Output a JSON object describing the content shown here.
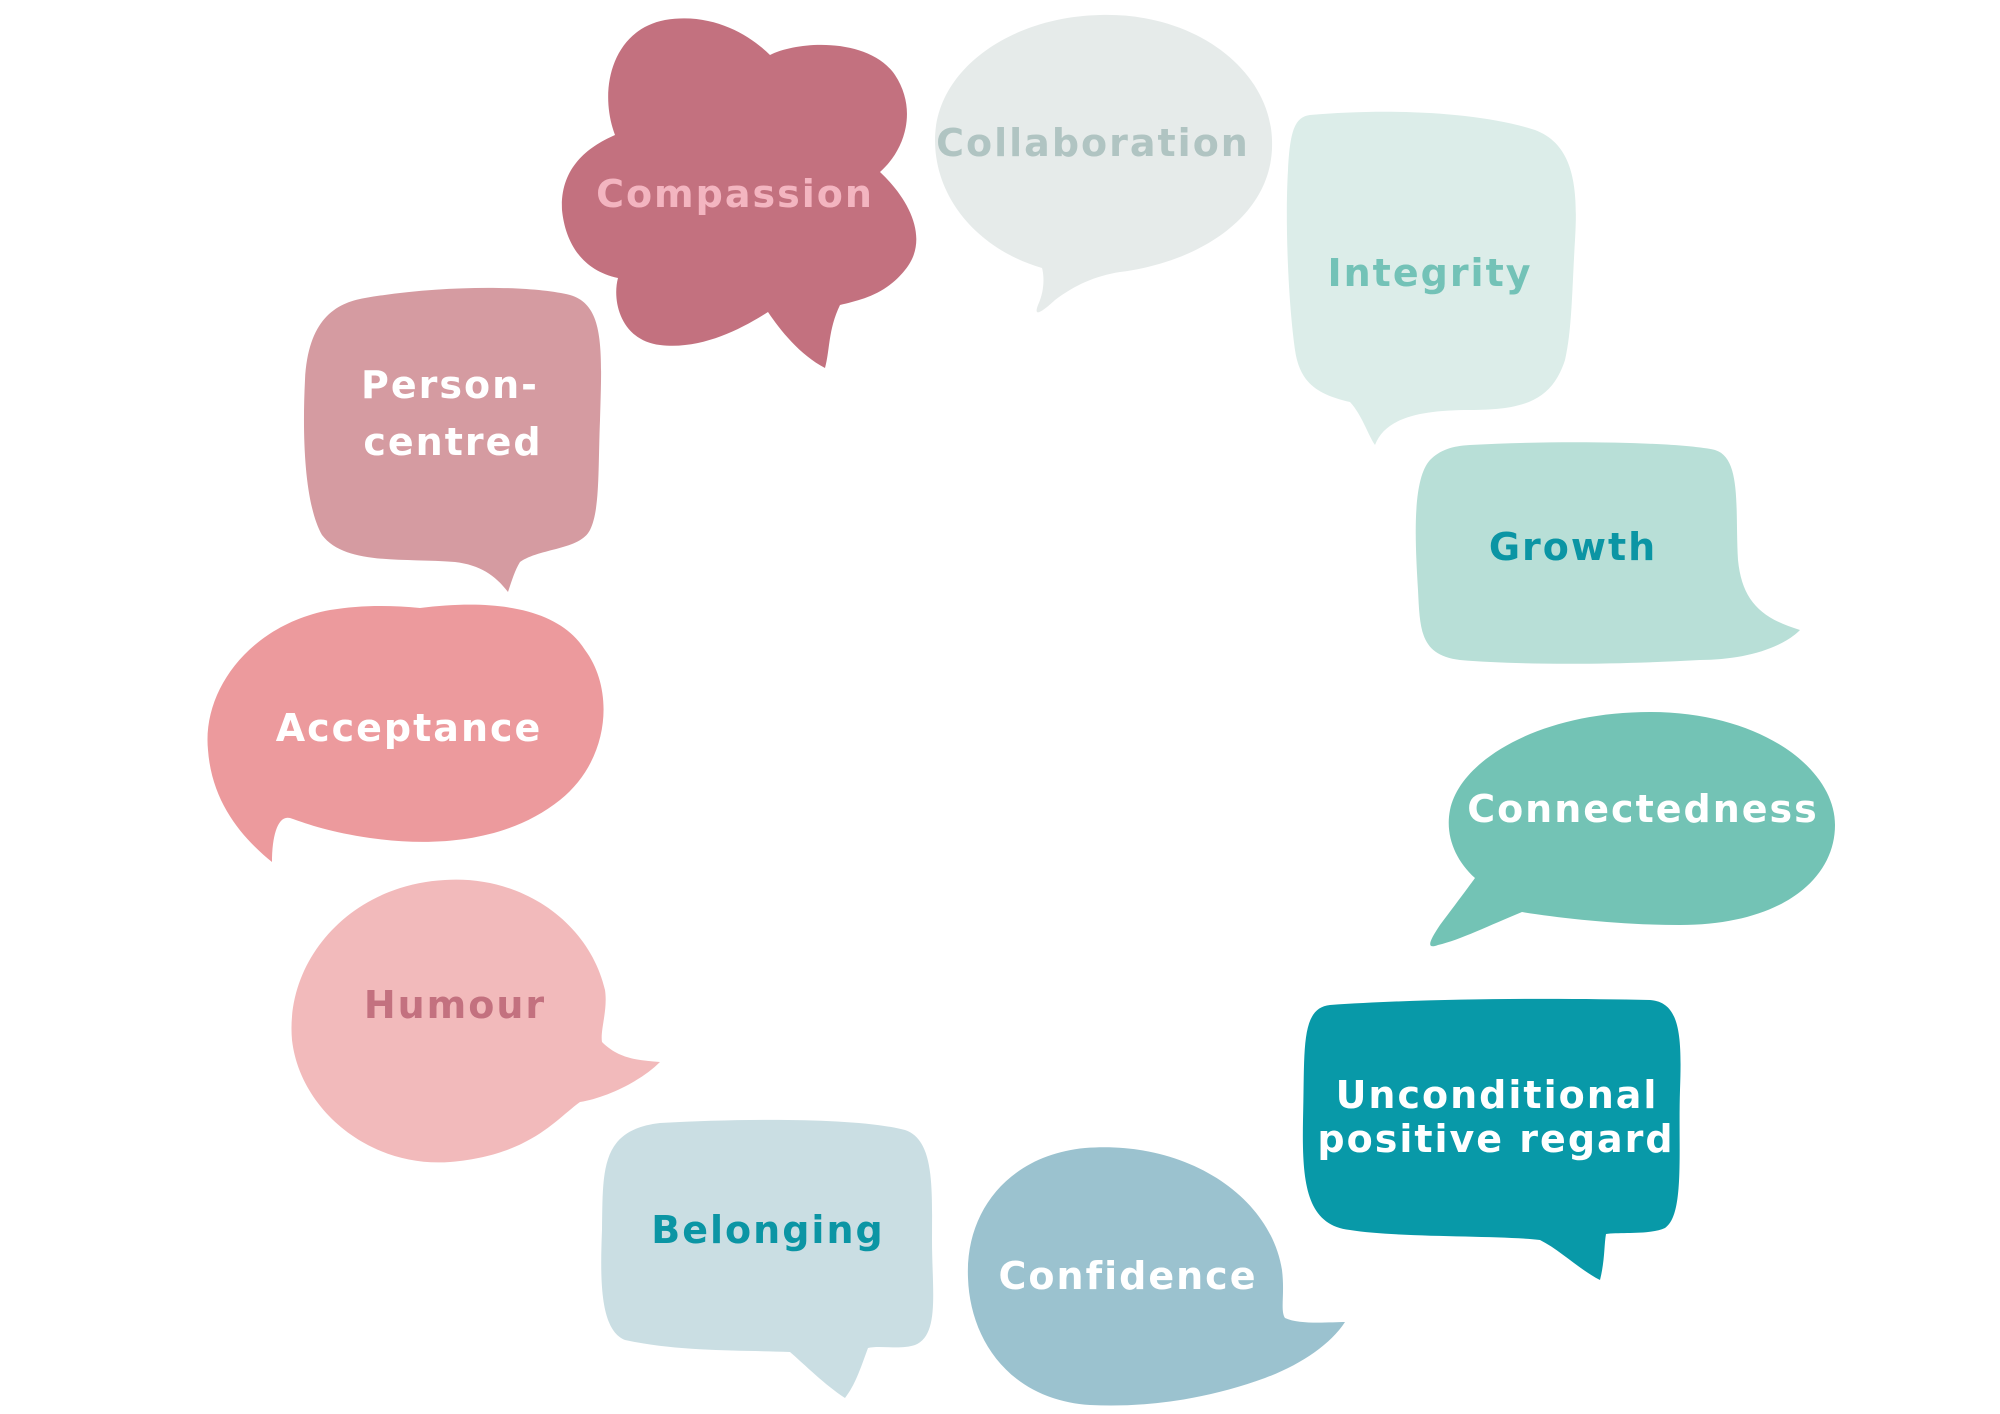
{
  "bubbles": [
    {
      "id": "compassion",
      "lines": [
        "Compassion"
      ],
      "fill": "#c3717f",
      "text": "#f3b5c0"
    },
    {
      "id": "collaboration",
      "lines": [
        "Collaboration"
      ],
      "fill": "#e6ebea",
      "text": "#b0c4c2"
    },
    {
      "id": "integrity",
      "lines": [
        "Integrity"
      ],
      "fill": "#dcede9",
      "text": "#73c2b7"
    },
    {
      "id": "person-centred",
      "lines": [
        "Person-",
        "centred"
      ],
      "fill": "#d59ba1",
      "text": "#ffffff"
    },
    {
      "id": "growth",
      "lines": [
        "Growth"
      ],
      "fill": "#b8dfd7",
      "text": "#0b95a4"
    },
    {
      "id": "acceptance",
      "lines": [
        "Acceptance"
      ],
      "fill": "#ec9a9d",
      "text": "#ffffff"
    },
    {
      "id": "connectedness",
      "lines": [
        "Connectedness"
      ],
      "fill": "#73c3b5",
      "text": "#ffffff"
    },
    {
      "id": "humour",
      "lines": [
        "Humour"
      ],
      "fill": "#f2babb",
      "text": "#c3717f"
    },
    {
      "id": "unconditional-positive-regard",
      "lines": [
        "Unconditional",
        "positive regard"
      ],
      "fill": "#0899a8",
      "text": "#ffffff"
    },
    {
      "id": "belonging",
      "lines": [
        "Belonging"
      ],
      "fill": "#cadee3",
      "text": "#0b95a4"
    },
    {
      "id": "confidence",
      "lines": [
        "Confidence"
      ],
      "fill": "#9bc2cf",
      "text": "#ffffff"
    }
  ]
}
